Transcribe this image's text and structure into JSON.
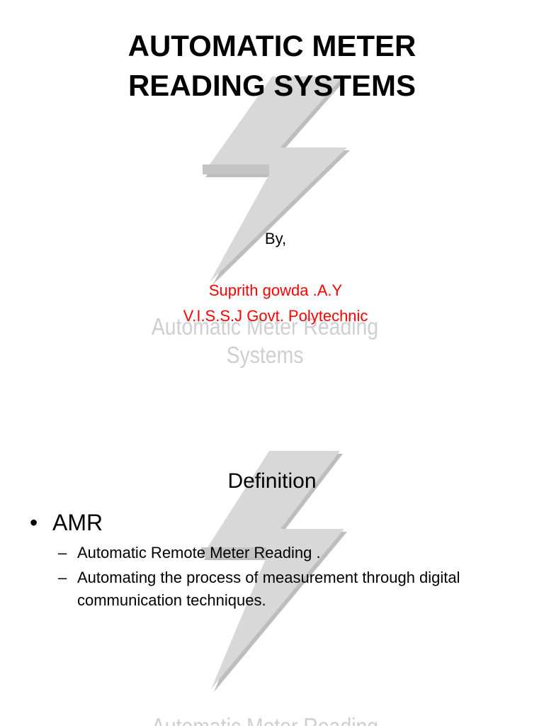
{
  "slide1": {
    "title_line_1": "AUTOMATIC METER",
    "title_line_2": "READING SYSTEMS",
    "by": "By,",
    "author_name": "Suprith gowda .A.Y",
    "author_institution": "V.I.S.S.J Govt. Polytechnic",
    "author_color": "#ff0000",
    "watermark_line_1": "Automatic Meter Reading",
    "watermark_line_2": "Systems",
    "bolt_icon": "lightning-bolt-icon"
  },
  "slide2": {
    "heading": "Definition",
    "bullet": {
      "marker": "•",
      "text": "AMR"
    },
    "sub_items": [
      {
        "marker": "–",
        "text": "Automatic Remote Meter Reading ."
      },
      {
        "marker": "–",
        "text": "Automating the process of measurement through digital communication techniques."
      }
    ],
    "watermark_line_1": "Automatic Meter Reading",
    "bolt_icon": "lightning-bolt-icon"
  },
  "colors": {
    "background": "#ffffff",
    "text": "#000000",
    "accent_red": "#ff0000",
    "watermark": "#cfcfcf",
    "bolt_fill": "#d8d8d8",
    "bolt_shadow": "#bdbdbd"
  }
}
